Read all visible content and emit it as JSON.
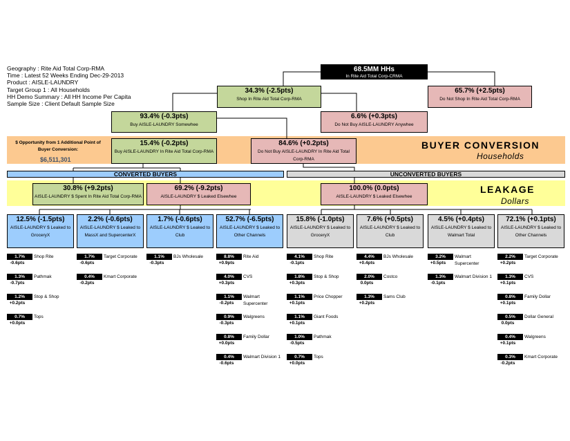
{
  "header": [
    "Geography : Rite Aid Total Corp-RMA",
    "Time : Latest 52 Weeks Ending Dec-29-2013",
    "Product : AISLE-LAUNDRY",
    "Target Group 1 : All Households",
    "HH Demo Summary : All HH Income Per Capita",
    "Sample Size : Client Default Sample Size"
  ],
  "tree": {
    "top": {
      "value": "68.5MM HHs",
      "label": "In Rite Aid Total Corp-CRMA"
    },
    "shop": {
      "value": "34.3% (-2.5pts)",
      "label": "Shop In Rite Aid Total Corp-RMA"
    },
    "not_shop": {
      "value": "65.7% (+2.5pts)",
      "label": "Do Not Shop In Rite Aid Total Corp-RMA"
    },
    "buy_somewhere": {
      "value": "93.4% (-0.3pts)",
      "label": "Buy AISLE-LAUNDRY Somewhee"
    },
    "not_buy_anywhere": {
      "value": "6.6% (+0.3pts)",
      "label": "Do Not Buy AISLE-LAUNDRY Anywhee"
    },
    "buy_in_rite": {
      "value": "15.4% (-0.2pts)",
      "label": "Buy AISLE-LAUNDRY In Rite Aid Total Corp-RMA"
    },
    "not_buy_in_rite": {
      "value": "84.6% (+0.2pts)",
      "label": "Do Not Buy AISLE-LAUNDRY In Rite Aid Total Corp-RMA"
    },
    "spent_in_rite": {
      "value": "30.8% (+9.2pts)",
      "label": "AISLE-LAUNDRY $ Spent In Rite Aid Total Corp-RMA"
    },
    "leaked_conv": {
      "value": "69.2% (-9.2pts)",
      "label": "AISLE-LAUNDRY $ Leaked Elsewhee"
    },
    "leaked_unconv": {
      "value": "100.0% (0.0pts)",
      "label": "AISLE-LAUNDRY $ Leaked Elsewhee"
    }
  },
  "opportunity": {
    "label": "$ Opportunity from 1 Additional Point of Buyer Conversion:",
    "amount": "$6,511,301"
  },
  "sections": {
    "buyer_conversion": "BUYER CONVERSION",
    "households": "Households",
    "leakage": "LEAKAGE",
    "dollars": "Dollars",
    "converted": "CONVERTED BUYERS",
    "unconverted": "UNCONVERTED BUYERS"
  },
  "channels": [
    {
      "value": "12.5% (-1.5pts)",
      "label": "AISLE-LAUNDRY $ Leaked to GroceryX",
      "stores": [
        {
          "pct": "1.7%",
          "chg": "-0.6pts",
          "name": "Shop Rite"
        },
        {
          "pct": "1.3%",
          "chg": "-0.7pts",
          "name": "Pathmak"
        },
        {
          "pct": "1.2%",
          "chg": "+0.2pts",
          "name": "Stop & Shop"
        },
        {
          "pct": "0.7%",
          "chg": "+0.0pts",
          "name": "Tops"
        }
      ]
    },
    {
      "value": "2.2% (-0.6pts)",
      "label": "AISLE-LAUNDRY $ Leaked to MassX and SupercenterX",
      "stores": [
        {
          "pct": "1.7%",
          "chg": "-0.6pts",
          "name": "Target Corporate"
        },
        {
          "pct": "0.4%",
          "chg": "-0.2pts",
          "name": "Kmart Corporate"
        }
      ]
    },
    {
      "value": "1.7% (-0.6pts)",
      "label": "AISLE-LAUNDRY $ Leaked to Club",
      "stores": [
        {
          "pct": "1.1%",
          "chg": "-0.3pts",
          "name": "BJs Wholesale"
        }
      ]
    },
    {
      "value": "52.7% (-6.5pts)",
      "label": "AISLE-LAUNDRY $ Leaked to Other Channels",
      "stores": [
        {
          "pct": "8.8%",
          "chg": "+0.9pts",
          "name": "Rite Aid"
        },
        {
          "pct": "4.0%",
          "chg": "+0.3pts",
          "name": "CVS"
        },
        {
          "pct": "1.1%",
          "chg": "-0.2pts",
          "name": "Walmart Supercenter"
        },
        {
          "pct": "0.9%",
          "chg": "-0.3pts",
          "name": "Walgreens"
        },
        {
          "pct": "0.8%",
          "chg": "+0.0pts",
          "name": "Family Dollar"
        },
        {
          "pct": "0.4%",
          "chg": "-0.6pts",
          "name": "Walmart Division 1"
        }
      ]
    },
    {
      "value": "15.8% (-1.0pts)",
      "label": "AISLE-LAUNDRY $ Leaked to GroceryX",
      "stores": [
        {
          "pct": "4.1%",
          "chg": "-0.1pts",
          "name": "Shop Rite"
        },
        {
          "pct": "1.8%",
          "chg": "+0.3pts",
          "name": "Stop & Shop"
        },
        {
          "pct": "1.1%",
          "chg": "+0.1pts",
          "name": "Price Chopper"
        },
        {
          "pct": "1.1%",
          "chg": "+0.1pts",
          "name": "Giant Foods"
        },
        {
          "pct": "1.0%",
          "chg": "-0.5pts",
          "name": "Pathmak"
        },
        {
          "pct": "0.7%",
          "chg": "+0.0pts",
          "name": "Tops"
        }
      ]
    },
    {
      "value": "7.6% (+0.5pts)",
      "label": "AISLE-LAUNDRY $ Leaked to Club",
      "stores": [
        {
          "pct": "4.4%",
          "chg": "+0.4pts",
          "name": "BJs Wholesale"
        },
        {
          "pct": "2.0%",
          "chg": "0.0pts",
          "name": "Costco"
        },
        {
          "pct": "1.3%",
          "chg": "+0.2pts",
          "name": "Sams Club"
        }
      ]
    },
    {
      "value": "4.5% (+0.4pts)",
      "label": "AISLE-LAUNDRY $ Leaked to Walmart Total",
      "stores": [
        {
          "pct": "3.2%",
          "chg": "+0.5pts",
          "name": "Walmart Supercenter"
        },
        {
          "pct": "1.3%",
          "chg": "-0.1pts",
          "name": "Walmart Division 1"
        }
      ]
    },
    {
      "value": "72.1% (+0.1pts)",
      "label": "AISLE-LAUNDRY $ Leaked to Other Channels",
      "stores": [
        {
          "pct": "2.2%",
          "chg": "+0.2pts",
          "name": "Target Corporate"
        },
        {
          "pct": "1.3%",
          "chg": "+0.1pts",
          "name": "CVS"
        },
        {
          "pct": "0.8%",
          "chg": "+0.1pts",
          "name": "Family Dollar"
        },
        {
          "pct": "0.5%",
          "chg": "0.0pts",
          "name": "Dollar General"
        },
        {
          "pct": "0.4%",
          "chg": "+0.1pts",
          "name": "Walgreens"
        },
        {
          "pct": "0.3%",
          "chg": "-0.2pts",
          "name": "Kmart Corporate"
        }
      ]
    }
  ]
}
